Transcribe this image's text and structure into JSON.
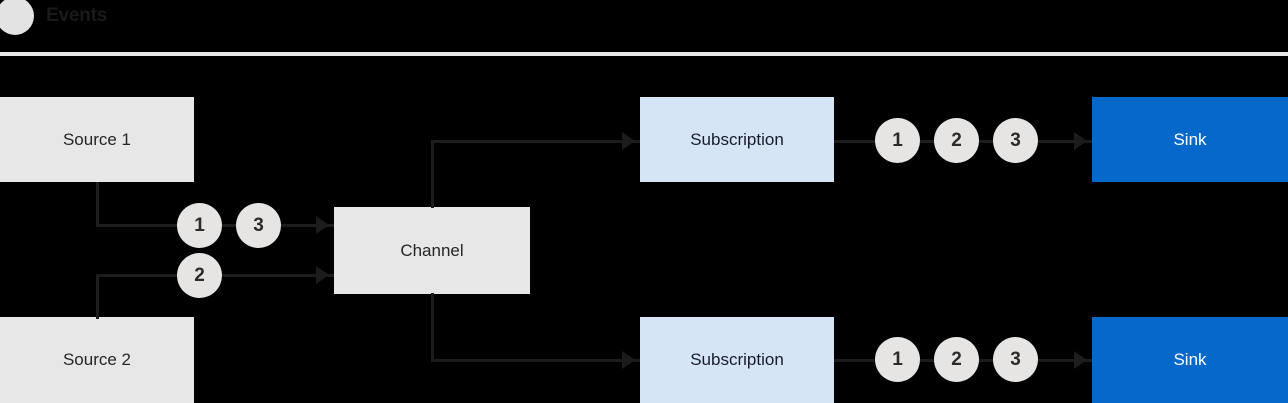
{
  "header": {
    "title": "Events",
    "circle_icon": "circle-icon",
    "circle_color": "#e3e3e3",
    "divider_color": "#e8e8e8"
  },
  "colors": {
    "background": "#000000",
    "source_box": "#e7e7e7",
    "channel_box": "#e7e7e7",
    "subscription_box": "#d6e5f5",
    "sink_box": "#0668cb",
    "sink_text": "#ffffff",
    "badge_fill": "#e7e5e3",
    "badge_text": "#2b2b2b",
    "connector": "#1c1c1c"
  },
  "diagram": {
    "type": "flow-diagram",
    "nodes": {
      "source_1": "Source 1",
      "source_2": "Source 2",
      "channel": "Channel",
      "subscription_top": "Subscription",
      "subscription_bottom": "Subscription",
      "sink_top": "Sink",
      "sink_bottom": "Sink"
    },
    "badges": {
      "source1_to_channel": [
        "1",
        "3"
      ],
      "source2_to_channel": [
        "2"
      ],
      "subscription_top_to_sink": [
        "1",
        "2",
        "3"
      ],
      "subscription_bottom_to_sink": [
        "1",
        "2",
        "3"
      ]
    }
  }
}
